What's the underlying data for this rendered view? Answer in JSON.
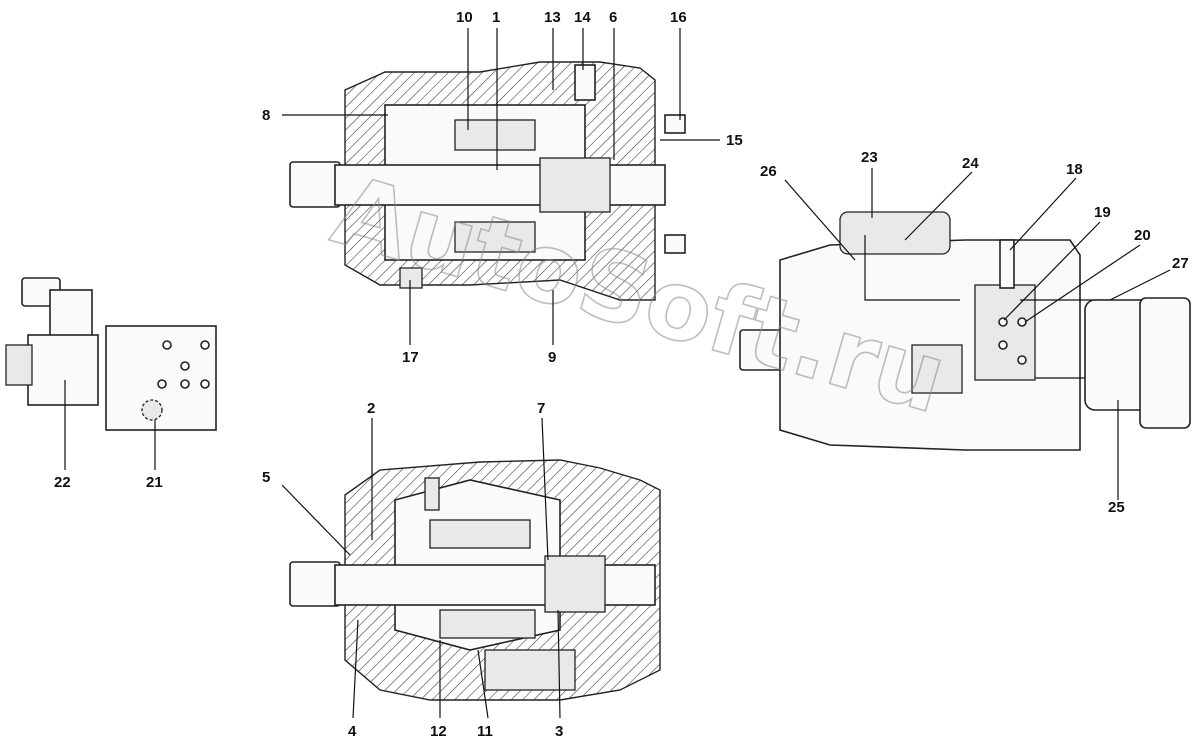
{
  "watermark": "AutoSoft.ru",
  "labels": {
    "l1": "1",
    "l2": "2",
    "l3": "3",
    "l4": "4",
    "l5": "5",
    "l6": "6",
    "l7": "7",
    "l8": "8",
    "l9": "9",
    "l10": "10",
    "l11": "11",
    "l12": "12",
    "l13": "13",
    "l14": "14",
    "l15": "15",
    "l16": "16",
    "l17": "17",
    "l18": "18",
    "l19": "19",
    "l20": "20",
    "l21": "21",
    "l22": "22",
    "l23": "23",
    "l24": "24",
    "l25": "25",
    "l26": "26",
    "l27": "27"
  }
}
